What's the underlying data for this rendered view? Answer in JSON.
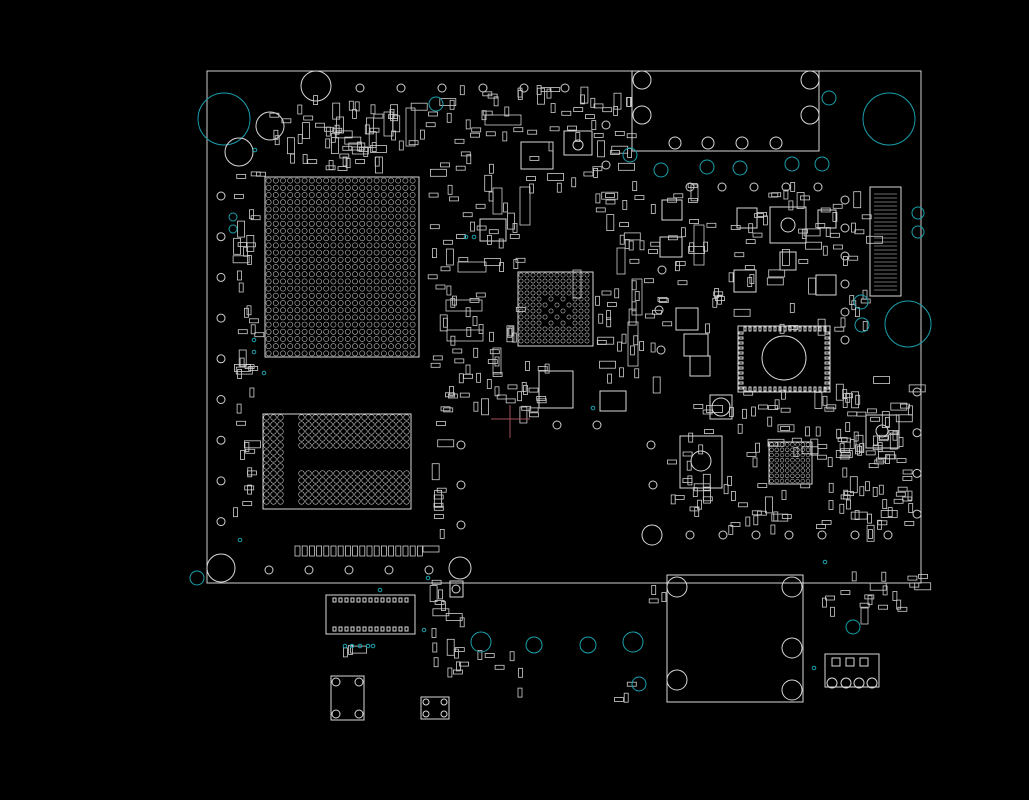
{
  "viewer": {
    "background": "#000000",
    "outline_color": "#d8d8d8",
    "pad_color": "#cfcfcf",
    "via_color": "#1aa0ad",
    "cursor_color": "#a0525a"
  },
  "board": {
    "side": "top",
    "shape": "rectangular board outline with components extending below the lower edge"
  },
  "components": [
    {
      "name": "bga-large",
      "kind": "bga"
    },
    {
      "name": "bga-memory",
      "kind": "bga"
    },
    {
      "name": "bga-center",
      "kind": "bga"
    },
    {
      "name": "qfn-large",
      "kind": "qfn"
    },
    {
      "name": "bga-small-right",
      "kind": "bga"
    },
    {
      "name": "connector-top-right",
      "kind": "connector"
    },
    {
      "name": "connector-bottom",
      "kind": "connector"
    },
    {
      "name": "fpc-connector",
      "kind": "connector"
    },
    {
      "name": "crystal-left",
      "kind": "crystal"
    },
    {
      "name": "header-bottom-right",
      "kind": "header"
    }
  ],
  "mounting_holes": [
    {
      "name": "mount-hole-top-left"
    },
    {
      "name": "mount-hole-top-right"
    },
    {
      "name": "mount-hole-right"
    }
  ]
}
